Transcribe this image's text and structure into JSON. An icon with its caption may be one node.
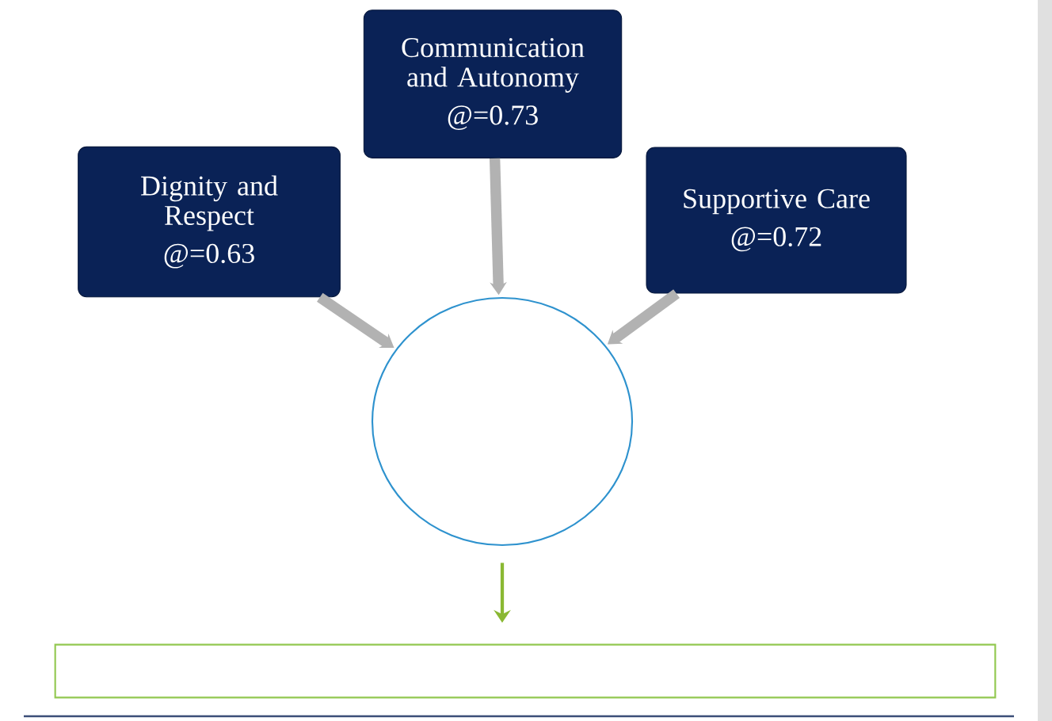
{
  "diagram": {
    "nodes": [
      {
        "text": [
          "Dignity and Respect",
          "@=0.63"
        ]
      },
      {
        "text": [
          "Communication and Autonomy",
          "@=0.73"
        ]
      },
      {
        "text": [
          "Supportive Care",
          "@=0.72"
        ]
      },
      {
        "text": [],
        "shape": "circle"
      },
      {
        "text": [],
        "shape": "box"
      }
    ],
    "edges": [
      {
        "from": 0,
        "to": 3,
        "arrow": "to"
      },
      {
        "from": 1,
        "to": 3,
        "arrow": "to"
      },
      {
        "from": 2,
        "to": 3,
        "arrow": "to"
      },
      {
        "from": 3,
        "to": 4,
        "arrow": "to",
        "color": "#8ab833"
      }
    ]
  }
}
